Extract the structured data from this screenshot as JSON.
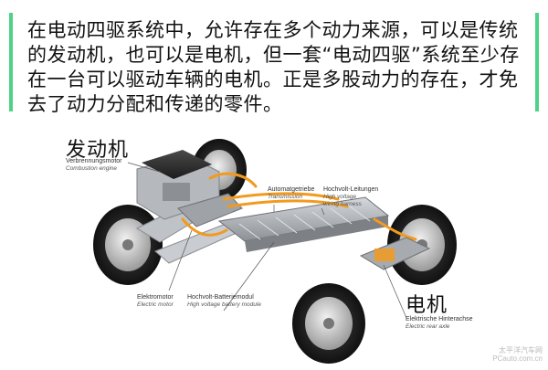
{
  "caption": {
    "text": "在电动四驱系统中，允许存在多个动力来源，可以是传统的发动机，也可以是电机，但一套“电动四驱”系统至少存在一台可以驱动车辆的电机。正是多股动力的存在，才免去了动力分配和传递的零件。"
  },
  "labels": {
    "engine_cn": "发动机",
    "engine_de": "Verbrennungsmotor",
    "engine_en": "Combustion engine",
    "transmission_de": "Automatgetriebe",
    "transmission_en": "Transmission",
    "hv_wiring_de": "Hochvolt-Leitungen",
    "hv_wiring_en1": "High voltage",
    "hv_wiring_en2": "wiring harness",
    "emotor_de": "Elektromotor",
    "emotor_en": "Electric motor",
    "battery_de": "Hochvolt-Batteriemodul",
    "battery_en": "High voltage battery module",
    "motor_cn": "电机",
    "rear_axle_de": "Elektrische Hinterachse",
    "rear_axle_en": "Electric rear axle"
  },
  "watermark": {
    "line1": "太平洋汽车网",
    "line2": "PCauto.com.cn"
  },
  "colors": {
    "accent_green": "#4fd187",
    "hv_orange": "#f29a1f",
    "battery_gray": "#a9adb2"
  }
}
